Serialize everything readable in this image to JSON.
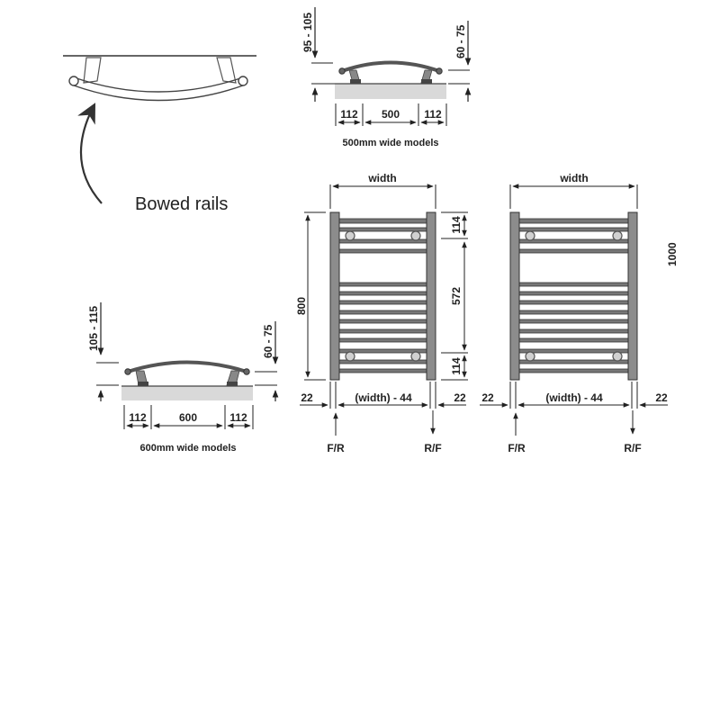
{
  "bowed": {
    "label": "Bowed rails"
  },
  "top_detail": {
    "caption": "500mm wide models",
    "left_height": "95 - 105",
    "right_height": "60 - 75",
    "left_offset": "112",
    "center_width": "500",
    "right_offset": "112"
  },
  "bottom_detail": {
    "caption": "600mm wide models",
    "left_height": "105 - 115",
    "right_height": "60 - 75",
    "left_offset": "112",
    "center_width": "600",
    "right_offset": "112"
  },
  "rail_a": {
    "width_label": "width",
    "height_label": "800",
    "top_spacing": "114",
    "middle_spacing": "572",
    "bottom_spacing": "114",
    "left_offset": "22",
    "right_offset": "22",
    "inner_width": "(width) - 44",
    "left_port": "F/R",
    "right_port": "R/F"
  },
  "rail_b": {
    "width_label": "width",
    "height_label_cut": "1000",
    "left_offset": "22",
    "right_offset": "22",
    "inner_width": "(width) - 44",
    "left_port": "F/R",
    "right_port": "R/F"
  },
  "colors": {
    "line": "#222222",
    "bar_fill": "#8c8c8c",
    "floor_fill": "#d9d9d9",
    "valve_fill": "#d0d0d0"
  }
}
